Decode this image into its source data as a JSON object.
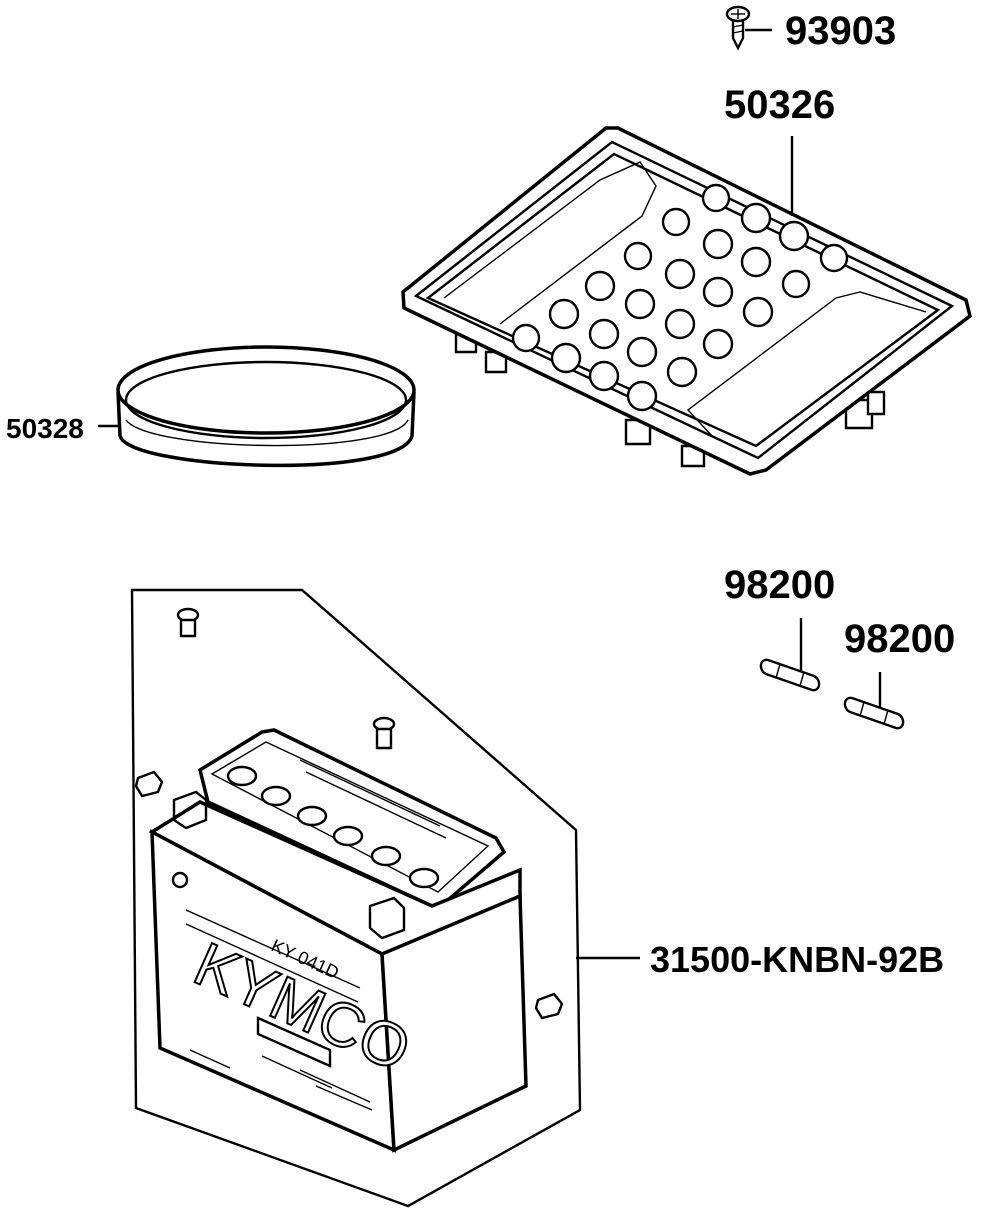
{
  "parts": [
    {
      "id": "screw",
      "label": "93903"
    },
    {
      "id": "battery-tray-cover",
      "label": "50326"
    },
    {
      "id": "battery-band",
      "label": "50328"
    },
    {
      "id": "fuse-1",
      "label": "98200"
    },
    {
      "id": "fuse-2",
      "label": "98200"
    },
    {
      "id": "battery-assembly",
      "label": "31500-KNBN-92B"
    }
  ],
  "battery_markings": {
    "brand": "KYMCO",
    "model_code": "KY 041D"
  },
  "colors": {
    "ink": "#000000",
    "paper": "#ffffff"
  }
}
